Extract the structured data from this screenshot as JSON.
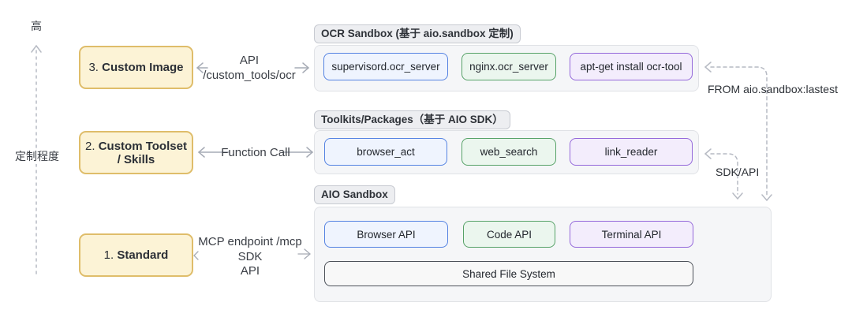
{
  "axis": {
    "top_label": "高",
    "side_label": "定制程度"
  },
  "levels": [
    {
      "num": "3.",
      "label": "Custom Image",
      "connector_label": "API\n/custom_tools/ocr"
    },
    {
      "num": "2.",
      "label": "Custom Toolset\n/ Skills",
      "connector_label": "Function Call"
    },
    {
      "num": "1.",
      "label": "Standard",
      "connector_label": "MCP endpoint /mcp\nSDK\nAPI"
    }
  ],
  "sections": [
    {
      "badge": "OCR Sandbox (基于 aio.sandbox 定制)",
      "items": [
        {
          "label": "supervisord.ocr_server",
          "color": "blue"
        },
        {
          "label": "nginx.ocr_server",
          "color": "green"
        },
        {
          "label": "apt-get install ocr-tool",
          "color": "purple"
        }
      ]
    },
    {
      "badge": "Toolkits/Packages（基于 AIO SDK）",
      "items": [
        {
          "label": "browser_act",
          "color": "blue"
        },
        {
          "label": "web_search",
          "color": "green"
        },
        {
          "label": "link_reader",
          "color": "purple"
        }
      ]
    },
    {
      "badge": "AIO Sandbox",
      "items": [
        {
          "label": "Browser API",
          "color": "blue"
        },
        {
          "label": "Code API",
          "color": "green"
        },
        {
          "label": "Terminal API",
          "color": "purple"
        }
      ],
      "shared": "Shared File System"
    }
  ],
  "annotations": [
    {
      "label": "FROM aio.sandbox:lastest"
    },
    {
      "label": "SDK/API"
    }
  ],
  "colors": {
    "yellow_fill": "#fcf3d6",
    "yellow_border": "#dfbd6a",
    "blue_fill": "#eff4fe",
    "blue_border": "#5583e2",
    "green_fill": "#ebf6ee",
    "green_border": "#57a268",
    "purple_fill": "#f3edfc",
    "purple_border": "#9468da",
    "dark_border": "#4d525a",
    "container_fill": "#f5f6f8",
    "arrow_gray": "#a6abb5",
    "dashed_gray": "#b6bac3"
  }
}
